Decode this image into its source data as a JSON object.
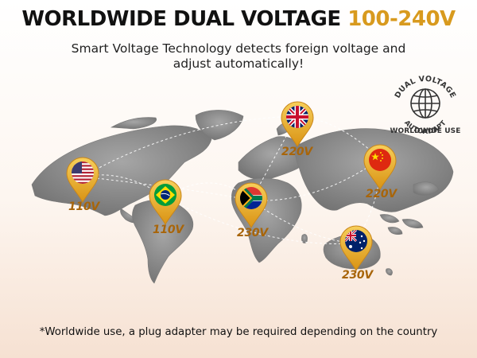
{
  "header": {
    "title_main": "WORLDWIDE DUAL VOLTAGE",
    "title_accent": "100-240V",
    "subtitle_line1": "Smart Voltage Technology detects foreign voltage and",
    "subtitle_line2": "adjust automatically!"
  },
  "badge": {
    "arc_text": "DUAL VOLTAGE",
    "arc_text_bottom": "AUTOADAPT",
    "caption": "WORLDWIDE USE",
    "icon": "globe-icon"
  },
  "markers": [
    {
      "country": "usa",
      "voltage": "110V",
      "icon": "usa-flag-icon"
    },
    {
      "country": "brazil",
      "voltage": "110V",
      "icon": "brazil-flag-icon"
    },
    {
      "country": "south-africa",
      "voltage": "230V",
      "icon": "south-africa-flag-icon"
    },
    {
      "country": "uk",
      "voltage": "220V",
      "icon": "uk-flag-icon"
    },
    {
      "country": "china",
      "voltage": "220V",
      "icon": "china-flag-icon"
    },
    {
      "country": "australia",
      "voltage": "230V",
      "icon": "australia-flag-icon"
    }
  ],
  "footer": {
    "note": "*Worldwide use, a plug adapter may be required depending on the country"
  },
  "colors": {
    "accent": "#d89a1e",
    "voltage_text": "#a8650a",
    "map_land": "#8e8e8e",
    "pin_gold": "#e8a820"
  }
}
